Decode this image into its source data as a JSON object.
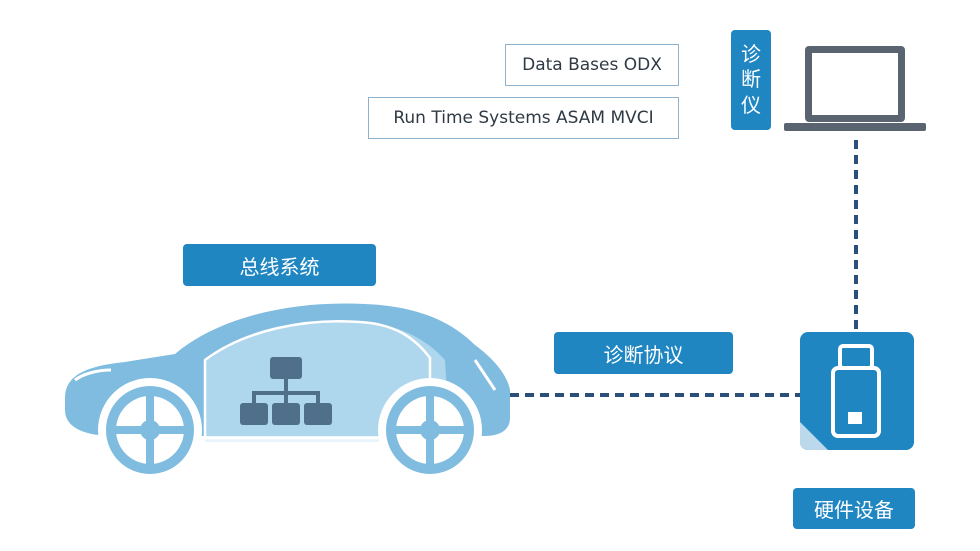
{
  "labels": {
    "db_odx": "Data Bases ODX",
    "mvci": "Run Time Systems ASAM MVCI",
    "diag_tool_chars": [
      "诊",
      "断",
      "仪"
    ],
    "bus_system": "总线系统",
    "diag_protocol": "诊断协议",
    "hardware": "硬件设备"
  },
  "colors": {
    "primary": "#1f86c2",
    "car_body": "#7fbcdf",
    "car_light": "#d6ebf7",
    "laptop": "#5a6470",
    "network_nodes": "#4f6f8a",
    "dashed_line": "#2a4f7a"
  },
  "icons": {
    "vehicle": "car-icon",
    "network": "network-tree-icon",
    "computer": "laptop-icon",
    "device": "obd-adapter-icon"
  }
}
